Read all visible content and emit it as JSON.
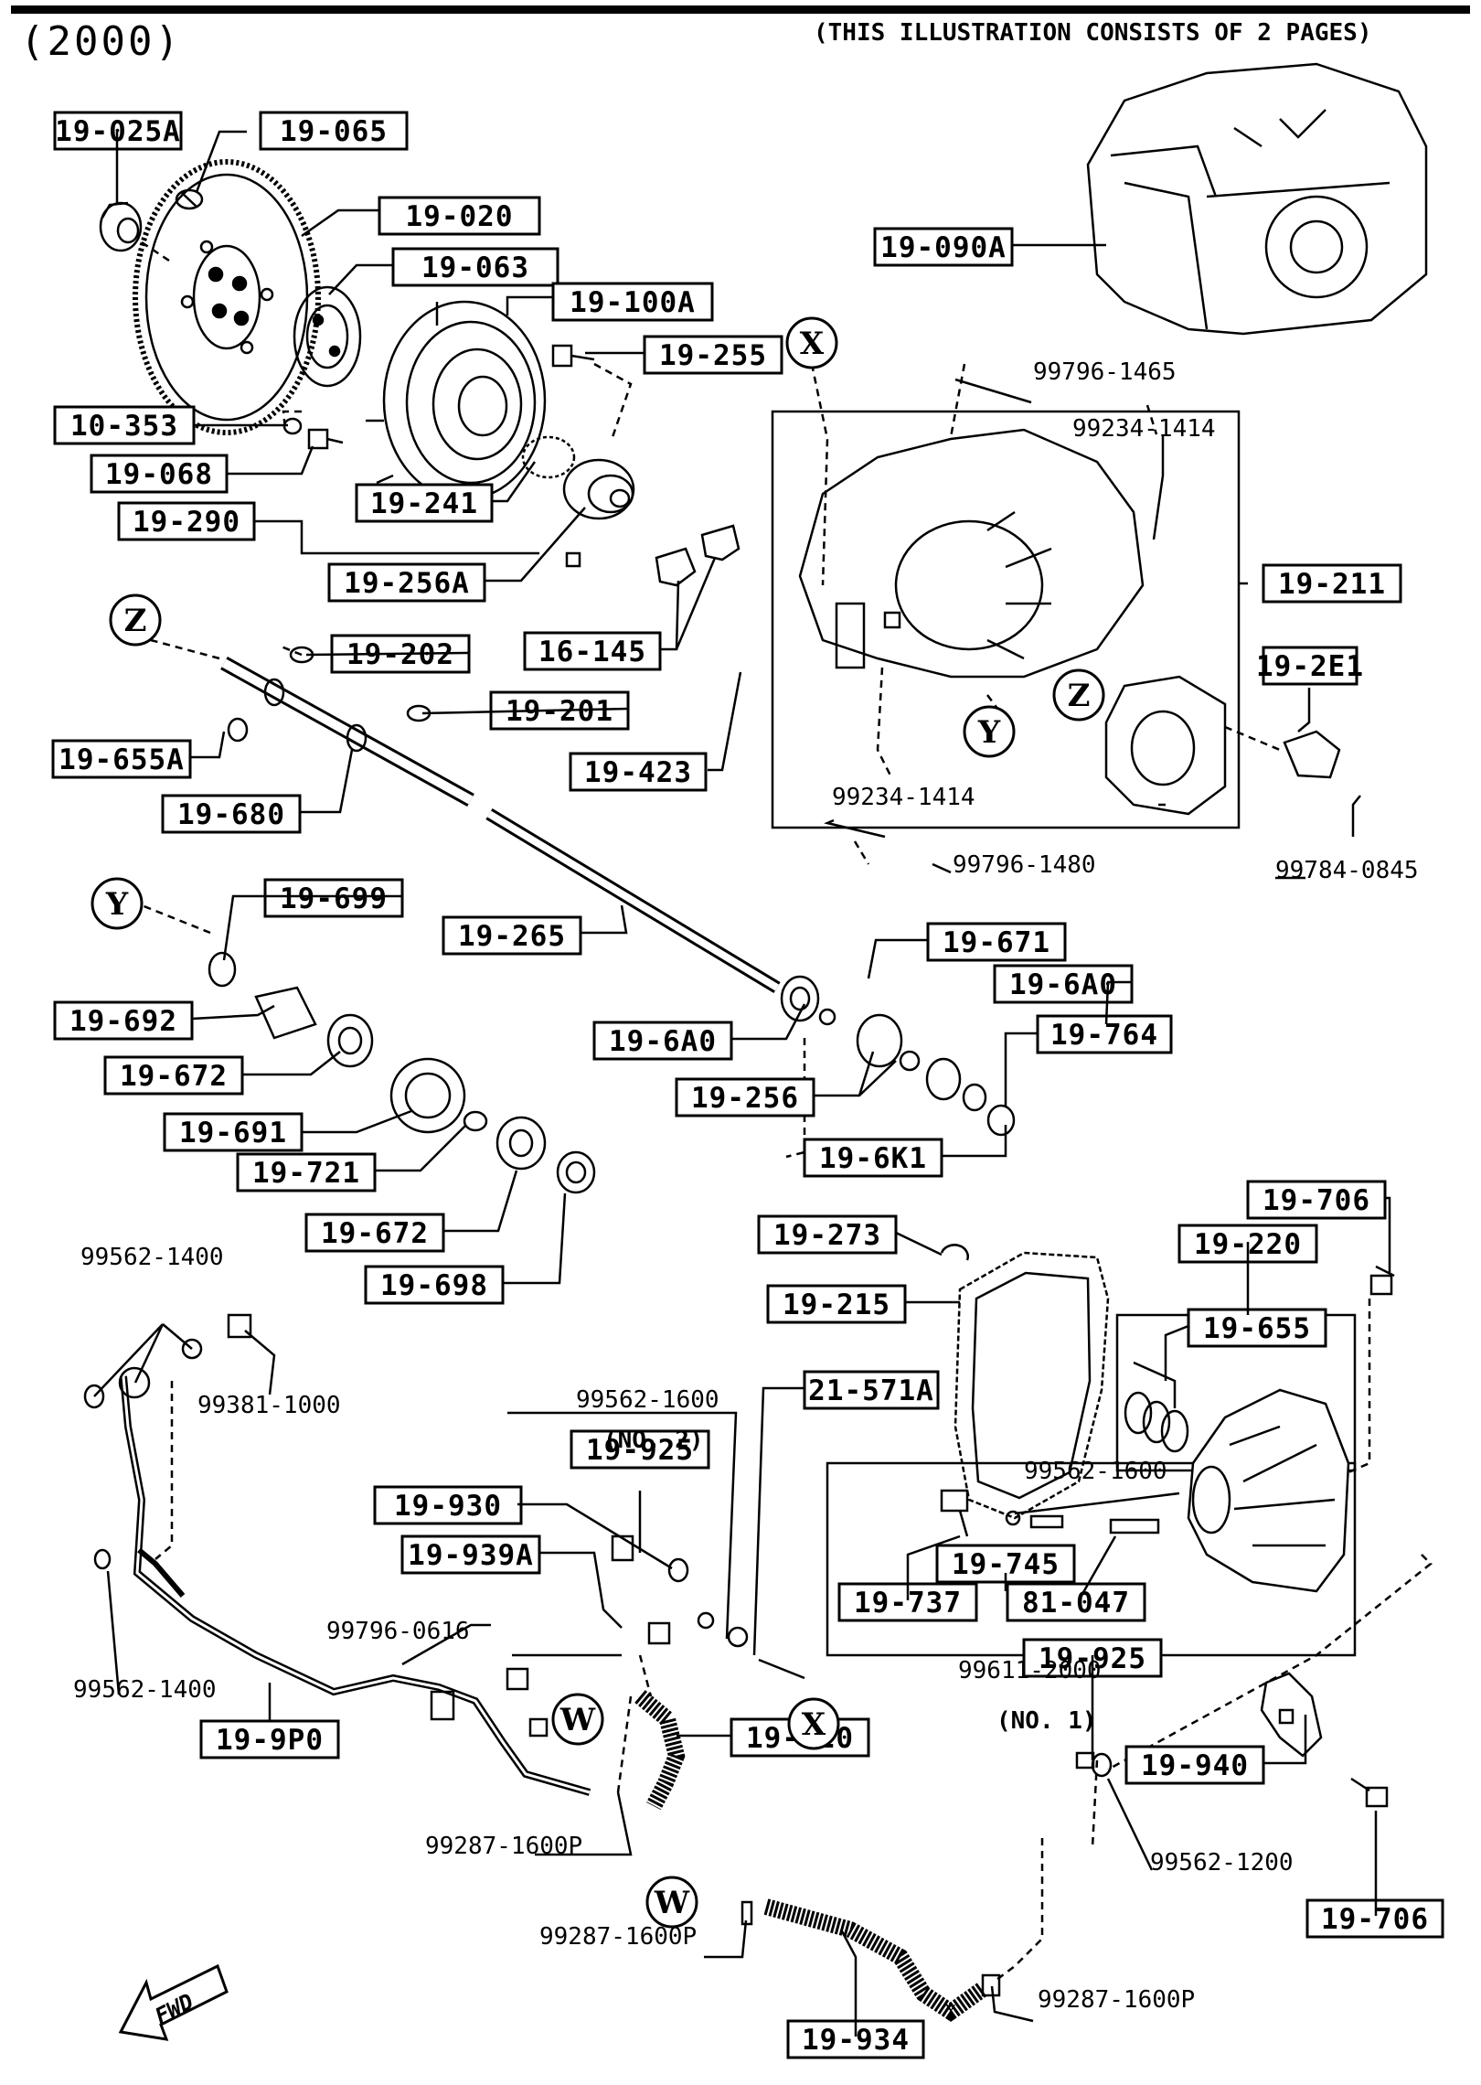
{
  "header": {
    "year": "(2000)",
    "note": "(THIS ILLUSTRATION CONSISTS OF  2 PAGES)"
  },
  "boxed_labels": [
    "19-025A",
    "19-065",
    "19-020",
    "19-063",
    "19-100A",
    "19-255",
    "10-353",
    "19-068",
    "19-290",
    "19-241",
    "19-256A",
    "16-145",
    "19-090A",
    "19-211",
    "19-2E1",
    "19-202",
    "19-201",
    "19-655A",
    "19-680",
    "19-423",
    "19-699",
    "19-265",
    "19-671",
    "19-692",
    "19-6A0",
    "19-6A0",
    "19-672",
    "19-764",
    "19-256",
    "19-691",
    "19-6K1",
    "19-721",
    "19-672",
    "19-698",
    "19-706",
    "19-273",
    "19-220",
    "19-215",
    "19-655",
    "21-571A",
    "19-925",
    "19-930",
    "19-939A",
    "19-745",
    "19-737",
    "81-047",
    "19-925",
    "19-9P0",
    "19-9E0",
    "19-940",
    "19-706",
    "19-934"
  ],
  "plain_labels": [
    "99796-1465",
    "99234-1414",
    "99234-1414",
    "99796-1480",
    "99784-0845",
    "99562-1400",
    "99381-1000",
    "99562-1600",
    "(NO. 2)",
    "99562-1600",
    "99796-0616",
    "99611-2000",
    "99562-1400",
    "(NO. 1)",
    "99562-1200",
    "99287-1600P",
    "99287-1600P",
    "99287-1600P"
  ],
  "callouts": [
    "X",
    "Z",
    "Y",
    "Z",
    "Y",
    "W",
    "X",
    "W"
  ],
  "fwd_label": "FWD"
}
